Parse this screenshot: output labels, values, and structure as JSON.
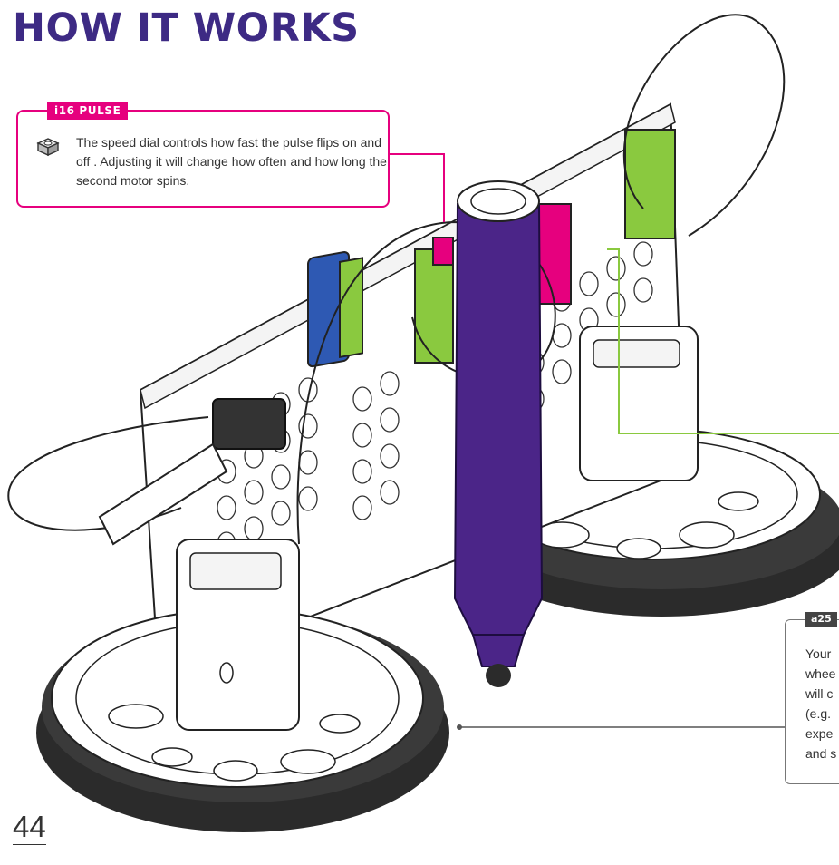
{
  "page": {
    "title": "HOW IT WORKS",
    "page_number": "44"
  },
  "callouts": [
    {
      "tag": "i16 PULSE",
      "text": "The speed dial controls how fast the pulse flips on and off . Adjusting it will change how often and how long the second motor spins.",
      "icon": "pulse-module-icon",
      "accent": "#e6007e"
    },
    {
      "tag": "a25",
      "text": "Your\nwhee\nwill c\n(e.g.\nexpe\nand s",
      "accent": "#444444"
    }
  ],
  "colors": {
    "title": "#3d2a84",
    "marker": "#4b2588",
    "green_module": "#8ac93f",
    "blue_module": "#2e59b3",
    "pink_module": "#e6007e",
    "wheel_tire": "#2b2b2b"
  }
}
